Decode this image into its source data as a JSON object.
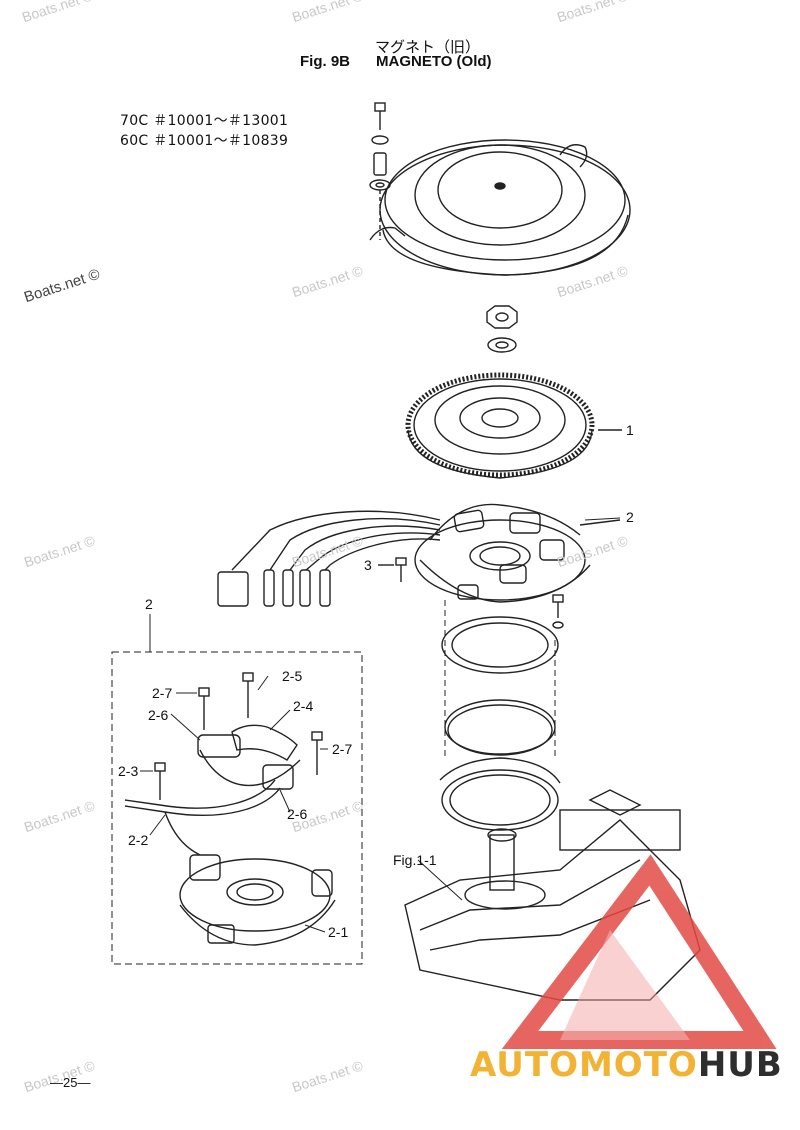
{
  "header": {
    "title_jp": "マグネト（旧）",
    "fig_label": "Fig. 9B",
    "title": "MAGNETO (Old)"
  },
  "serials": [
    "70C ＃10001～＃13001",
    "60C ＃10001～＃10839"
  ],
  "callouts": {
    "c1": "1",
    "c2": "2",
    "c3": "3",
    "group_label": "2",
    "c2_1": "2-1",
    "c2_2": "2-2",
    "c2_3": "2-3",
    "c2_4": "2-4",
    "c2_5": "2-5",
    "c2_6a": "2-6",
    "c2_6b": "2-6",
    "c2_7a": "2-7",
    "c2_7b": "2-7",
    "fig_ref": "Fig.1-1"
  },
  "watermark": {
    "text": "Boats.net ©",
    "color": "#c8c8c8"
  },
  "page_number": "—25—",
  "brand": {
    "part1": "AUTOMOTO",
    "part2": "HUB",
    "color1": "#f2b233",
    "color2": "#2e2e2e",
    "logo_color": "#e24b45"
  }
}
